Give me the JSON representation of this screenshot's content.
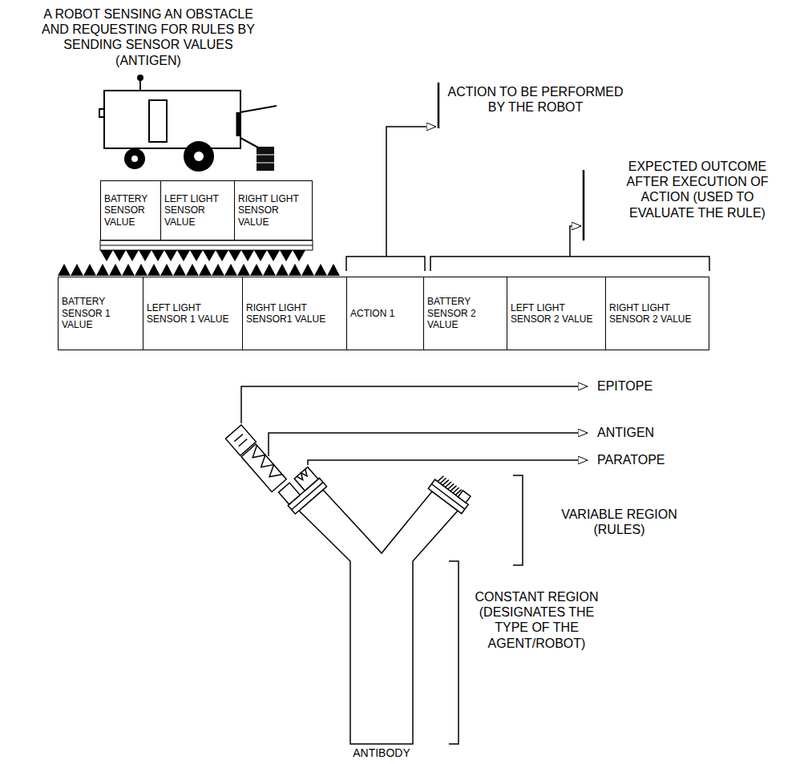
{
  "diagram": {
    "nodes": [
      {
        "text": [
          "BATTERY SENSOR VALUE"
        ]
      },
      {
        "text": [
          "LEFT LIGHT SENSOR VALUE"
        ]
      },
      {
        "text": [
          "RIGHT LIGHT SENSOR VALUE"
        ]
      },
      {
        "text": [
          "BATTERY SENSOR 1 VALUE"
        ]
      },
      {
        "text": [
          "LEFT LIGHT SENSOR 1 VALUE"
        ]
      },
      {
        "text": [
          "RIGHT LIGHT SENSOR1 VALUE"
        ]
      },
      {
        "text": [
          "ACTION 1"
        ]
      },
      {
        "text": [
          "BATTERY SENSOR 2 VALUE"
        ]
      },
      {
        "text": [
          "LEFT LIGHT SENSOR 2 VALUE"
        ]
      },
      {
        "text": [
          "RIGHT LIGHT SENSOR 2 VALUE"
        ]
      }
    ],
    "labels": [
      "A ROBOT SENSING AN OBSTACLE AND REQUESTING FOR RULES BY SENDING SENSOR VALUES (ANTIGEN)",
      "ACTION TO BE PERFORMED BY THE ROBOT",
      "EXPECTED OUTCOME AFTER EXECUTION OF ACTION (USED TO EVALUATE THE RULE)",
      "EPITOPE",
      "ANTIGEN",
      "PARATOPE",
      "VARIABLE REGION (RULES)",
      "CONSTANT REGION (DESIGNATES THE TYPE OF THE AGENT/ROBOT)",
      "ANTIBODY"
    ]
  }
}
